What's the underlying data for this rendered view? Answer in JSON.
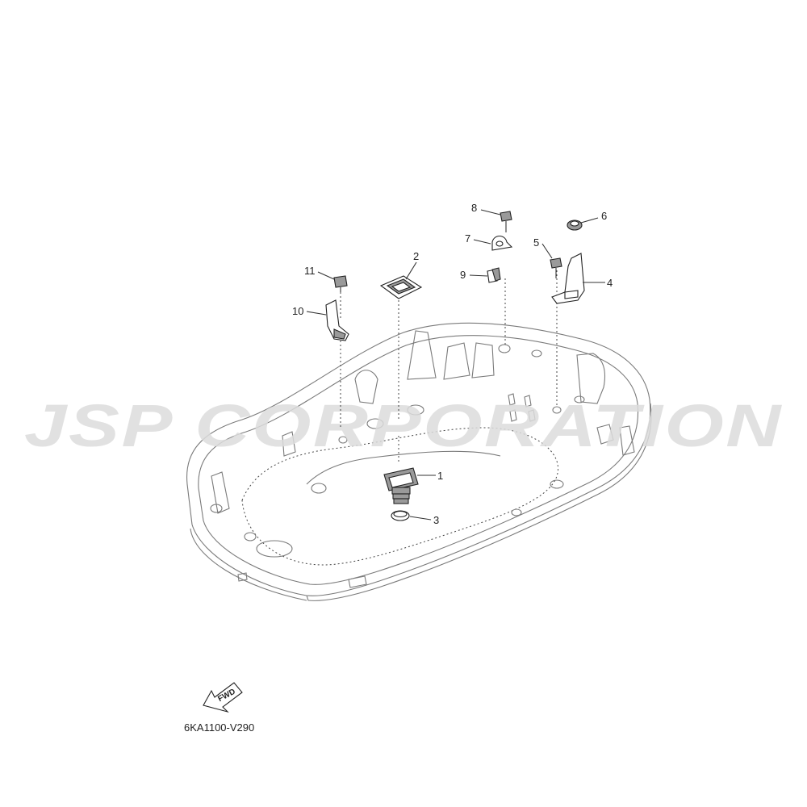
{
  "diagram": {
    "code": "6KA1100-V290",
    "fwd_label": "FWD",
    "watermark": "JSP CORPORATION",
    "callouts": [
      "1",
      "2",
      "3",
      "4",
      "5",
      "6",
      "7",
      "8",
      "9",
      "10",
      "11"
    ]
  },
  "colors": {
    "line": "#333333",
    "part_dark": "#9a9a9a",
    "watermark": "#dcdcdc"
  }
}
